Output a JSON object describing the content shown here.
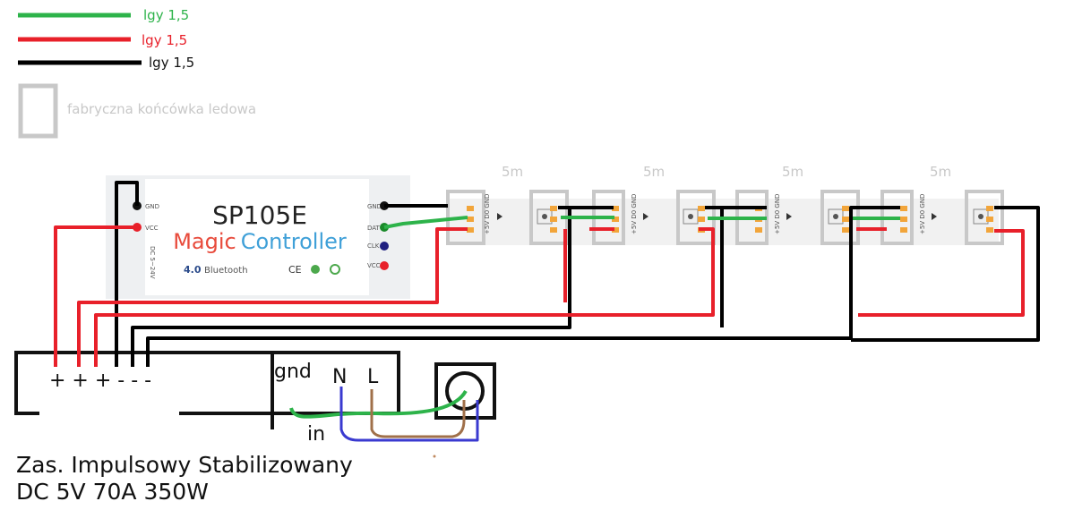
{
  "legend": {
    "green_label": "lgy 1,5",
    "red_label": "lgy 1,5",
    "black_label": "lgy 1,5",
    "endcap_label": "fabryczna końcówka ledowa"
  },
  "controller": {
    "title": "SP105E",
    "subtitle": "Magic Controller",
    "bluetooth_version": "4.0",
    "bluetooth_label": "Bluetooth",
    "left_pins": [
      "GND",
      "VCC"
    ],
    "right_pins": [
      "GND",
      "DAT",
      "CLK",
      "VCC"
    ],
    "voltage_note": "DC 5~24V",
    "marks": "CE"
  },
  "strip": {
    "segment_length_labels": [
      "5m",
      "5m",
      "5m",
      "5m"
    ],
    "pad_text": "+5V D0 GND"
  },
  "psu": {
    "outputs": "+ + + - - -",
    "input_labels": {
      "gnd": "gnd",
      "n": "N",
      "l": "L",
      "in": "in"
    },
    "caption_line1": "Zas. Impulsowy Stabilizowany",
    "caption_line2": "DC  5V 70A 350W"
  },
  "colors": {
    "green": "#2db34a",
    "red": "#e8202a",
    "black": "#000000",
    "grey": "#c8c8c8",
    "brown": "#a0704a",
    "blue": "#3a3ad0"
  }
}
